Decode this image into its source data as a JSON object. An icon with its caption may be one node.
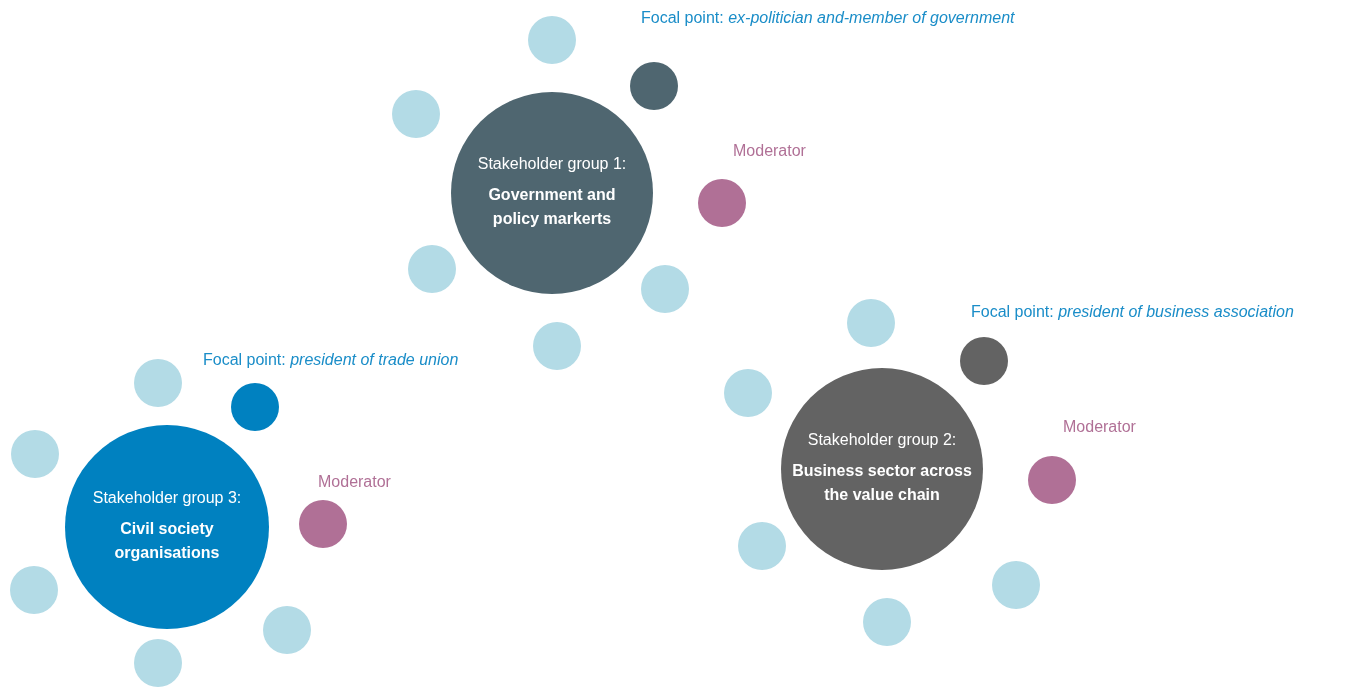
{
  "diagram": {
    "nodes": [
      {
        "text": [
          "Stakeholder group 1:",
          "Government and policy markerts"
        ]
      },
      {
        "text": [],
        "shape": "circle"
      },
      {
        "text": [],
        "shape": "circle",
        "beside": [
          "Focal point: *ex-politician and-member of government*"
        ]
      },
      {
        "text": [],
        "shape": "circle"
      },
      {
        "text": [],
        "shape": "circle",
        "beside": [
          "Moderator"
        ]
      },
      {
        "text": [],
        "shape": "circle"
      },
      {
        "text": [],
        "shape": "circle"
      },
      {
        "text": [],
        "shape": "circle"
      },
      {
        "text": [
          "Stakeholder group 2:",
          "Business sector across the value chain"
        ]
      },
      {
        "text": [],
        "shape": "circle"
      },
      {
        "text": [],
        "shape": "circle",
        "beside": [
          "Focal point: *president of business association*"
        ]
      },
      {
        "text": [],
        "shape": "circle"
      },
      {
        "text": [],
        "shape": "circle",
        "beside": [
          "Moderator"
        ]
      },
      {
        "text": [],
        "shape": "circle"
      },
      {
        "text": [],
        "shape": "circle"
      },
      {
        "text": [],
        "shape": "circle"
      },
      {
        "text": [
          "Stakeholder group 3:",
          "Civil society organisations"
        ]
      },
      {
        "text": [],
        "shape": "circle"
      },
      {
        "text": [],
        "shape": "circle",
        "beside": [
          "Focal point: *president of trade union*"
        ]
      },
      {
        "text": [],
        "shape": "circle"
      },
      {
        "text": [],
        "shape": "circle",
        "beside": [
          "Moderator"
        ]
      },
      {
        "text": [],
        "shape": "circle"
      },
      {
        "text": [],
        "shape": "circle"
      },
      {
        "text": [],
        "shape": "circle"
      }
    ]
  }
}
